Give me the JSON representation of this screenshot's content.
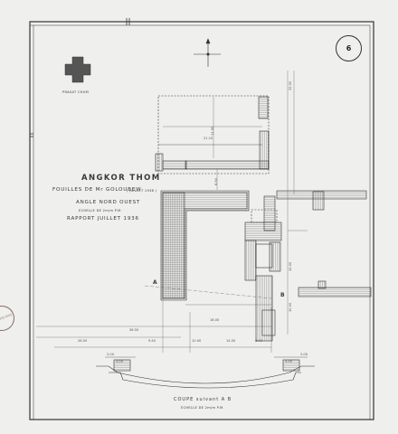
{
  "sheet_number": "6",
  "legend": {
    "symbol_label": "PRASAT CHUM"
  },
  "title_block": {
    "title": "ANGKOR THOM",
    "line1": "FOUILLES DE Mr GOLOUBEW",
    "line1_note": "( JUILLET 1936 )",
    "line2": "ANGLE NORD OUEST",
    "scale": "ECHELLE DE 2m/m P.M.",
    "line3": "RAPPORT JUILLET 1936"
  },
  "section": {
    "title": "COUPE suivant A B",
    "scale": "ECHELLE DE 2m/m P.M.",
    "marker_a": "A",
    "marker_b": "B"
  },
  "dimensions": {
    "plan_upper_width": "21.10",
    "plan_upper_height": "11.90",
    "gap_between": "6.90",
    "right_total": "32.00",
    "right_mid": "10.00",
    "right_low": "10.00",
    "lower_width": "18.00",
    "row1_total": "36.50",
    "row2_total": "26.50",
    "row3_a": "9.40",
    "row3_b": "10.00",
    "row3_c": "14.50",
    "row3_d": "8.40",
    "section_left": "4.00",
    "section_right": "4.00",
    "section_l2": "2.00",
    "section_r2": "2.00"
  },
  "stamp_text": "ARCHIVES EFEO"
}
